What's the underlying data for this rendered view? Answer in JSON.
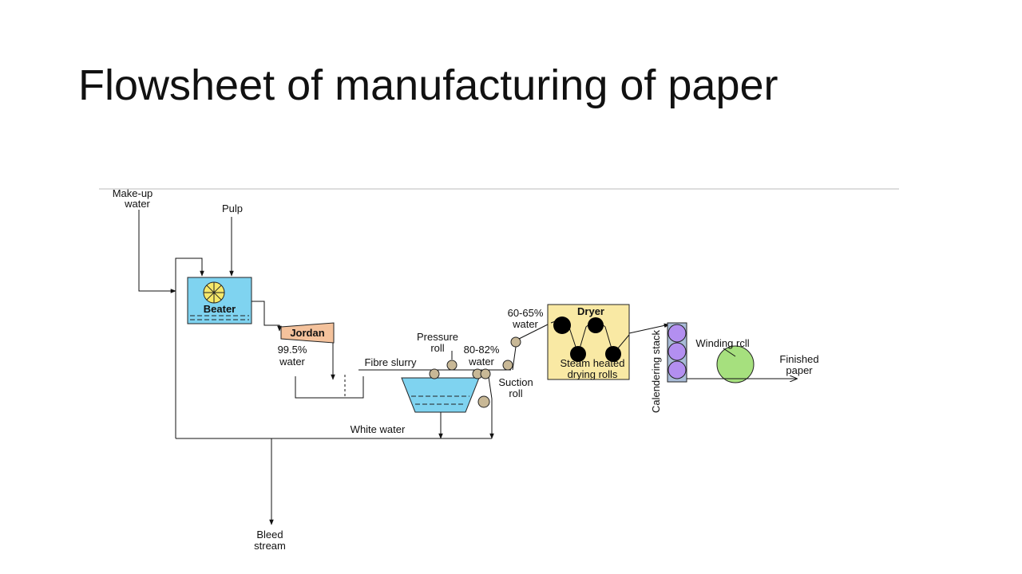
{
  "title": "Flowsheet of manufacturing of paper",
  "colors": {
    "vessel_blue": "#7fd3f0",
    "jordan": "#f4c29c",
    "dryer": "#f9e9a4",
    "roll": "#c8b896",
    "calender_roll": "#b38ff0",
    "winding_roll": "#a6e07e"
  },
  "labels": {
    "makeup_water": [
      "Make-up",
      "water"
    ],
    "pulp": "Pulp",
    "beater": "Beater",
    "jordan": "Jordan",
    "water_995": [
      "99.5%",
      "water"
    ],
    "fibre_slurry": "Fibre slurry",
    "pressure_roll": [
      "Pressure",
      "roll"
    ],
    "water_8082": [
      "80-82%",
      "water"
    ],
    "suction_roll": [
      "Suction",
      "roll"
    ],
    "white_water": "White water",
    "water_6065": [
      "60-65%",
      "water"
    ],
    "dryer": "Dryer",
    "steam_heated": [
      "Steam heated",
      "drying rolls"
    ],
    "calendering_stack": "Calendering stack",
    "winding_roll": "Winding rcll",
    "finished_paper": [
      "Finished",
      "paper"
    ],
    "bleed_stream": [
      "Bleed",
      "stream"
    ]
  }
}
